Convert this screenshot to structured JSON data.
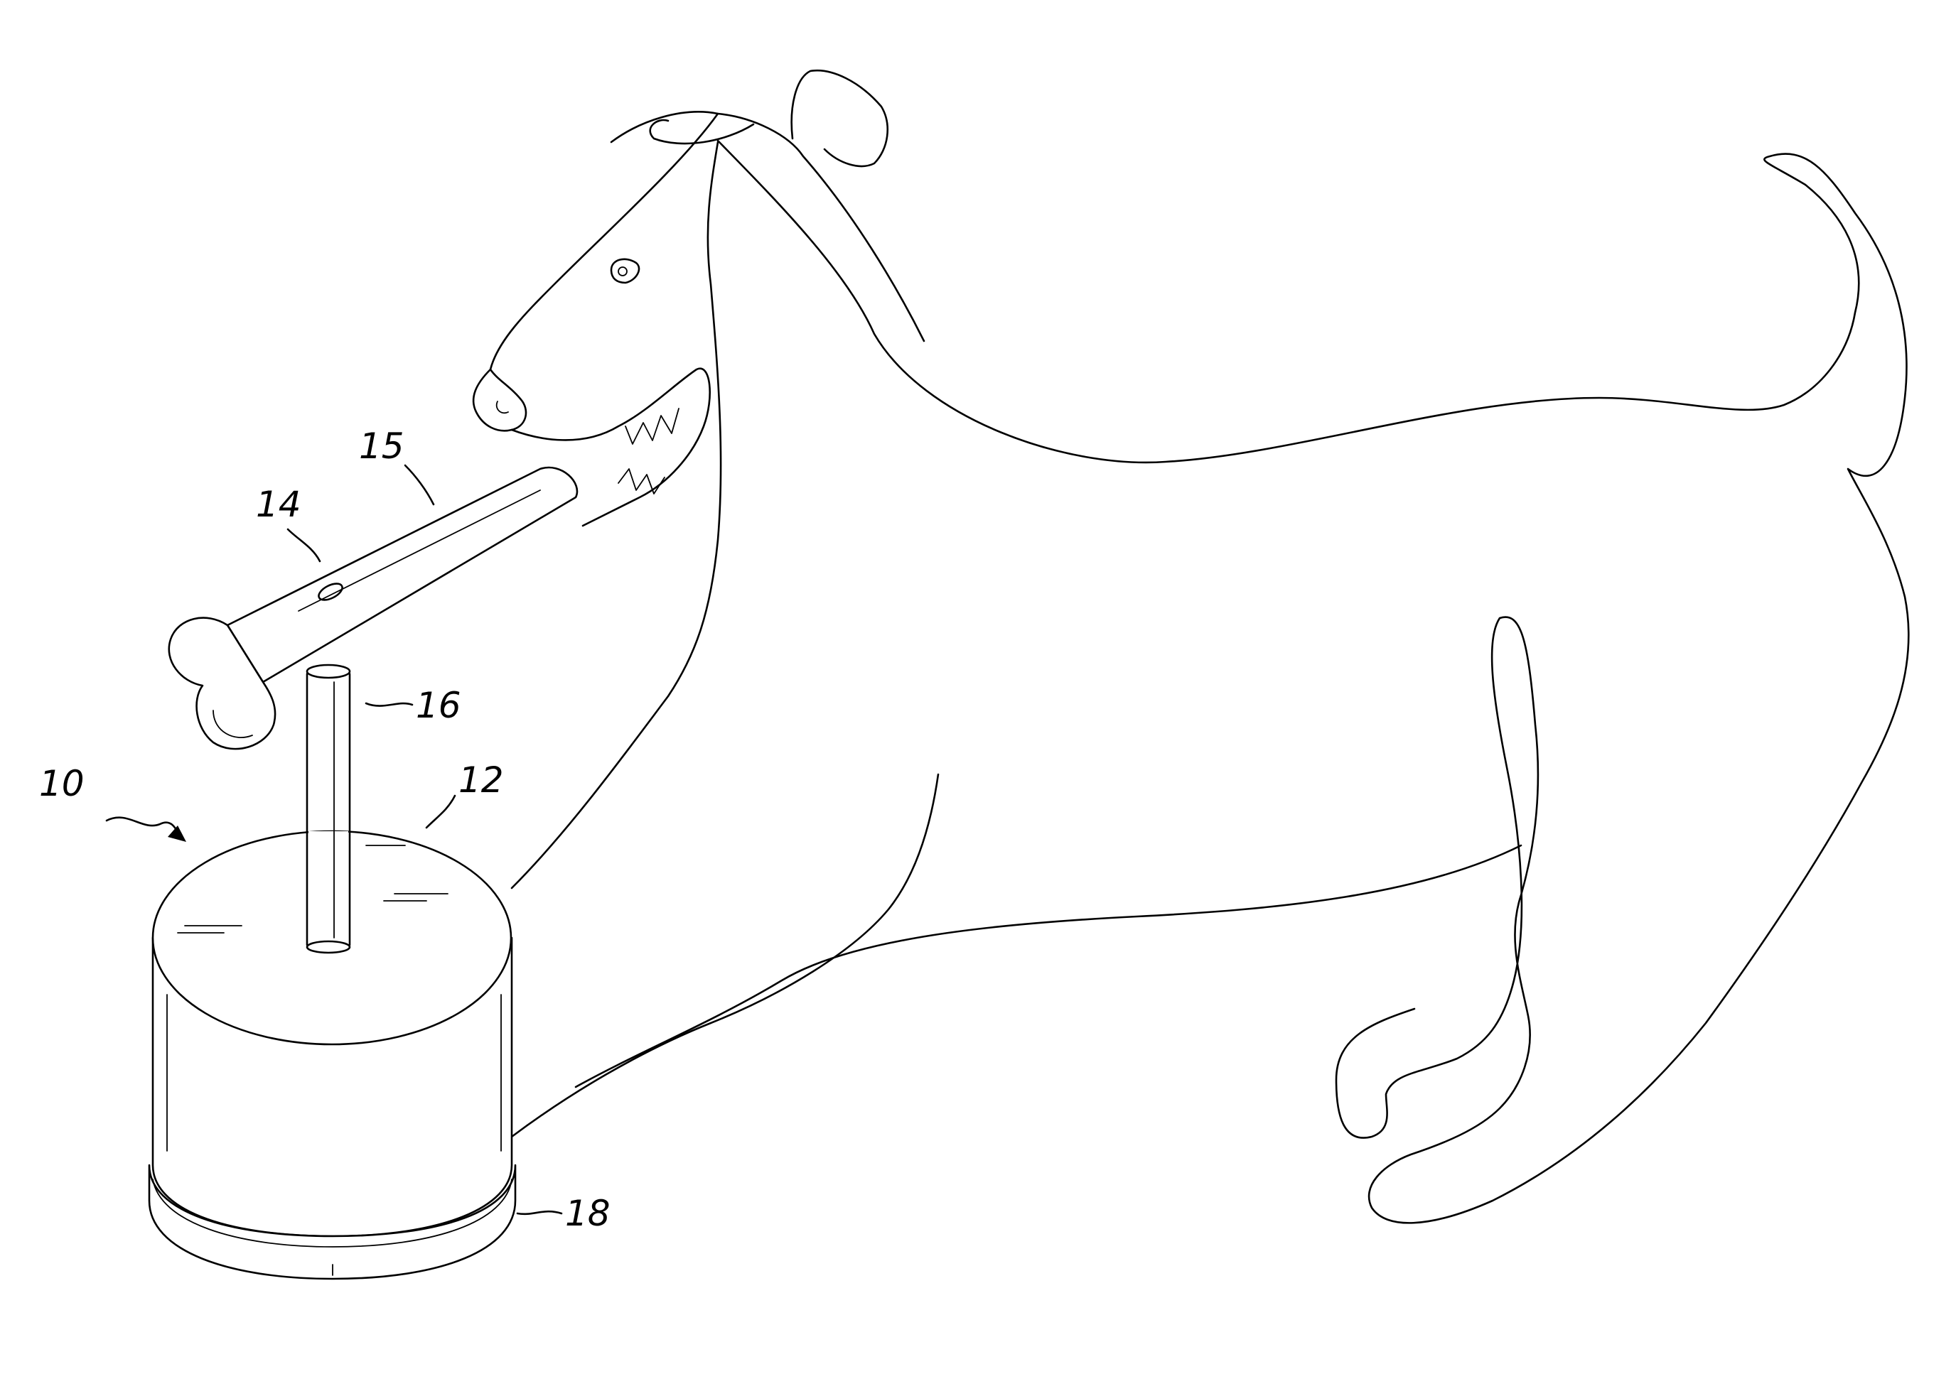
{
  "figure": {
    "labels": [
      {
        "id": "ref-10",
        "text": "10",
        "refers_to": "chew-toy-assembly"
      },
      {
        "id": "ref-12",
        "text": "12",
        "refers_to": "base-top"
      },
      {
        "id": "ref-14",
        "text": "14",
        "refers_to": "bone"
      },
      {
        "id": "ref-15",
        "text": "15",
        "refers_to": "bone-shaft"
      },
      {
        "id": "ref-16",
        "text": "16",
        "refers_to": "post"
      },
      {
        "id": "ref-18",
        "text": "18",
        "refers_to": "base-ring"
      }
    ],
    "line_color": "#000000",
    "background_color": "#ffffff"
  }
}
